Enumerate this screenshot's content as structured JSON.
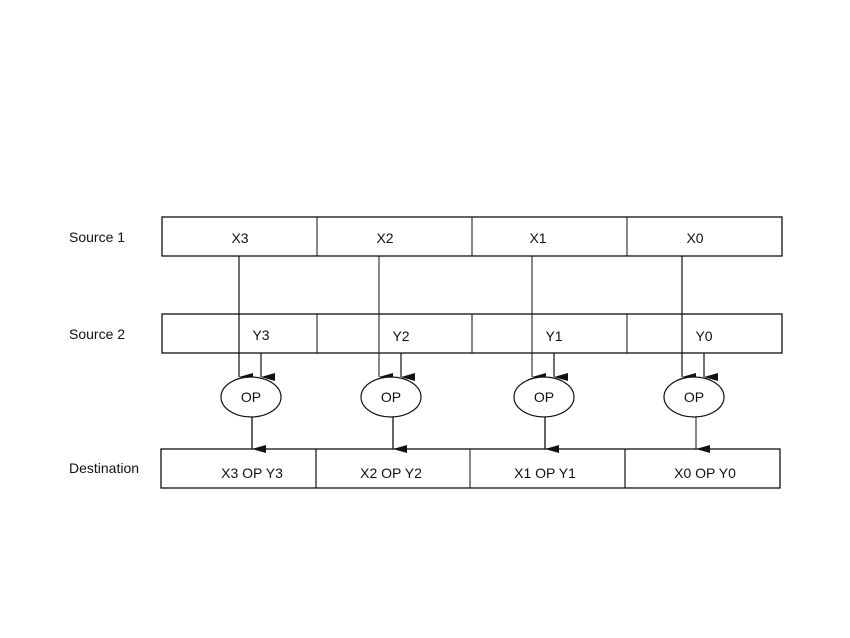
{
  "diagram": {
    "title": "SIMD packed operation",
    "rows": {
      "source1": {
        "label": "Source 1",
        "cells": [
          "X3",
          "X2",
          "X1",
          "X0"
        ]
      },
      "source2": {
        "label": "Source 2",
        "cells": [
          "Y3",
          "Y2",
          "Y1",
          "Y0"
        ]
      },
      "destination": {
        "label": "Destination",
        "cells": [
          "X3 OP Y3",
          "X2 OP Y2",
          "X1 OP Y1",
          "X0 OP Y0"
        ]
      }
    },
    "operator_label": "OP",
    "lanes": 4
  }
}
